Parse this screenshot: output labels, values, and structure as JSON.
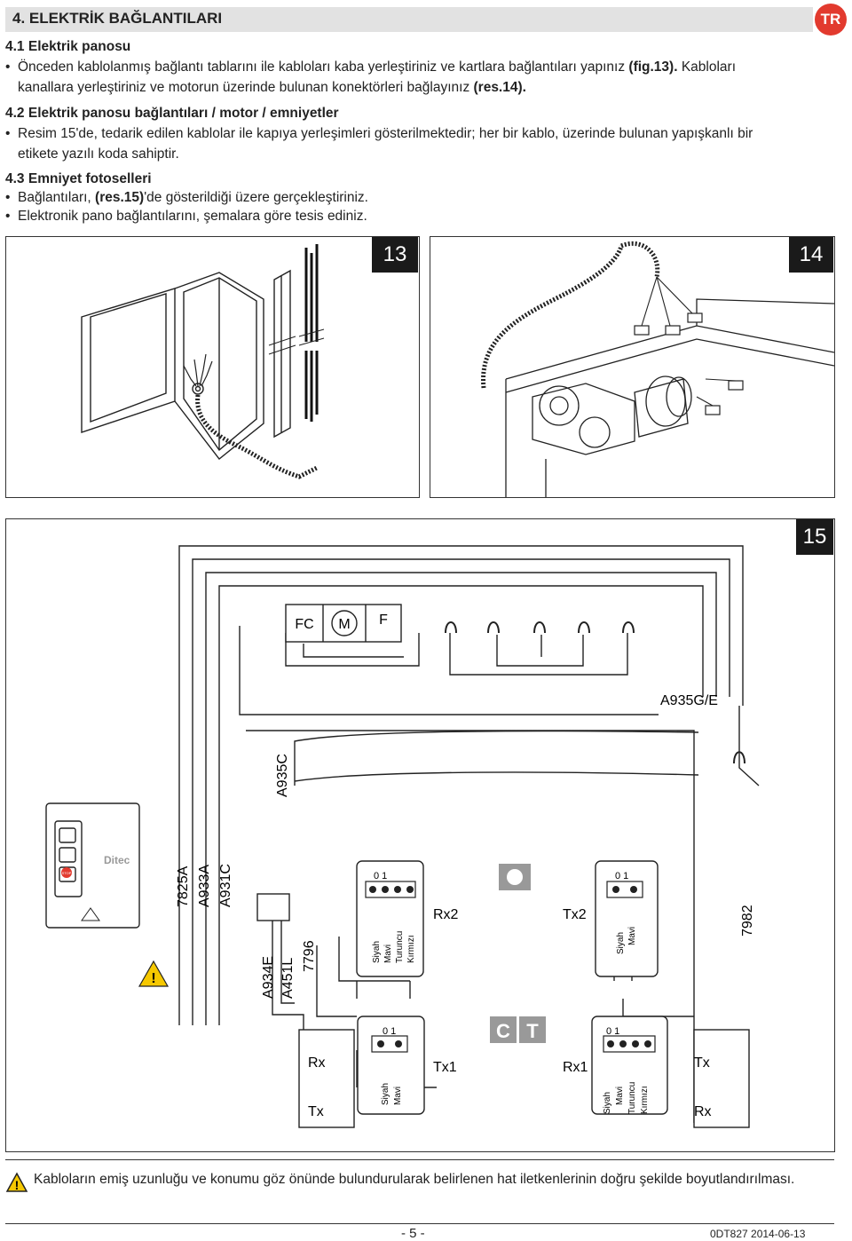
{
  "header": {
    "title": "4. ELEKTRİK BAĞLANTILARI",
    "lang_badge": "TR"
  },
  "s41": {
    "heading": "4.1 Elektrik panosu",
    "bullet_pre": "Önceden kablolanmış bağlantı tablarını ile kabloları kaba yerleştiriniz ve kartlara bağlantıları yapınız ",
    "bullet_ref1": "(fig.13).",
    "bullet_mid": " Kabloları",
    "line2_pre": "kanallara yerleştiriniz ve motorun üzerinde bulunan konektörleri bağlayınız ",
    "line2_ref": "(res.14)."
  },
  "s42": {
    "heading": "4.2 Elektrik panosu bağlantıları / motor / emniyetler",
    "line1": "Resim 15'de, tedarik edilen kablolar ile kapıya yerleşimleri gösterilmektedir; her bir kablo, üzerinde bulunan yapışkanlı bir",
    "line2": "etikete yazılı koda sahiptir."
  },
  "s43": {
    "heading": "4.3 Emniyet fotoselleri",
    "b1_pre": "Bağlantıları, ",
    "b1_ref": "(res.15)",
    "b1_post": "'de gösterildiği üzere gerçekleştiriniz.",
    "b2": "Elektronik pano bağlantılarını, şemalara göre tesis ediniz."
  },
  "figures": {
    "f13": "13",
    "f14": "14",
    "f15": "15"
  },
  "fig15": {
    "fc": "FC",
    "m": "M",
    "f": "F",
    "a935ge": "A935G/E",
    "a935c": "A935C",
    "c7825a": "7825A",
    "a933a": "A933A",
    "a931c": "A931C",
    "a934e": "A934E",
    "a451l": "A451L",
    "c7796": "7796",
    "c7982": "7982",
    "rx2": "Rx2",
    "tx2": "Tx2",
    "tx1": "Tx1",
    "rx1": "Rx1",
    "rx_left": "Rx",
    "tx_left": "Tx",
    "tx_right": "Tx",
    "rx_right": "Rx",
    "o_label": "O",
    "c_label": "C",
    "t_label": "T",
    "zero_one": "0 1",
    "siyah": "Siyah",
    "mavi": "Mavi",
    "turuncu": "Turuncu",
    "kirmizi": "Kırmızı",
    "brand": "Ditec",
    "stop": "STOP"
  },
  "warning": {
    "text": "Kabloların emiş uzunluğu ve konumu göz önünde bulundurularak belirlenen hat iletkenlerinin doğru şekilde boyutlandırılması."
  },
  "footer": {
    "page": "- 5 -",
    "ref": "0DT827  2014-06-13"
  }
}
